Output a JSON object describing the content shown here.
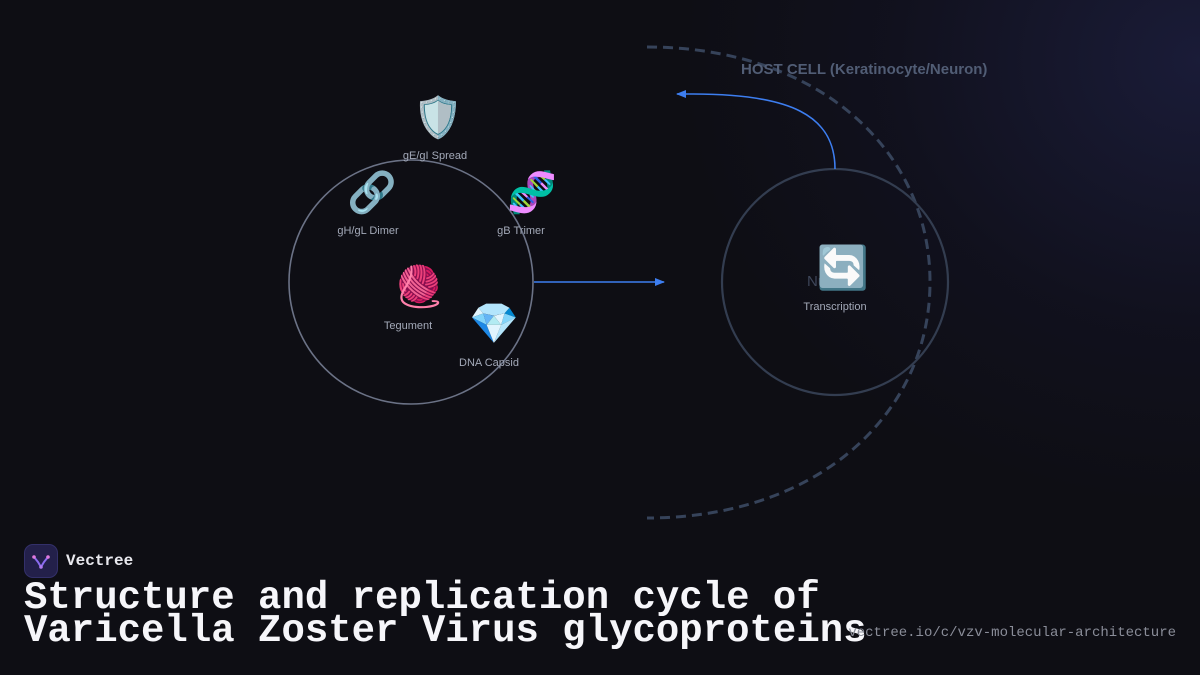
{
  "host_cell": {
    "label": "HOST CELL (Keratinocyte/Neuron)"
  },
  "virion": {
    "components": [
      {
        "id": "ge-gi",
        "icon": "🛡️",
        "icon_name": "shield-icon",
        "label": "gE/gI Spread"
      },
      {
        "id": "gh-gl",
        "icon": "🔗",
        "icon_name": "chain-link-icon",
        "label": "gH/gL Dimer"
      },
      {
        "id": "gb",
        "icon": "🧬",
        "icon_name": "dna-helix-icon",
        "label": "gB Trimer"
      },
      {
        "id": "tegument",
        "icon": "🧶",
        "icon_name": "yarn-ball-icon",
        "label": "Tegument"
      },
      {
        "id": "capsid",
        "icon": "💎",
        "icon_name": "gem-icon",
        "label": "DNA Capsid"
      }
    ]
  },
  "nucleus": {
    "label": "Nucleus",
    "process": {
      "icon": "🔄",
      "icon_name": "cycle-arrows-icon",
      "label": "Transcription"
    }
  },
  "colors": {
    "background": "#0e0e14",
    "virion_outline": "#6b7286",
    "nucleus_outline": "#333d50",
    "host_boundary": "#36435a",
    "arrow": "#3d7ef0"
  },
  "brand": {
    "name": "Vectree"
  },
  "title": {
    "line1": "Structure and replication cycle of",
    "line2": "Varicella Zoster Virus glycoproteins"
  },
  "url": "vectree.io/c/vzv-molecular-architecture"
}
